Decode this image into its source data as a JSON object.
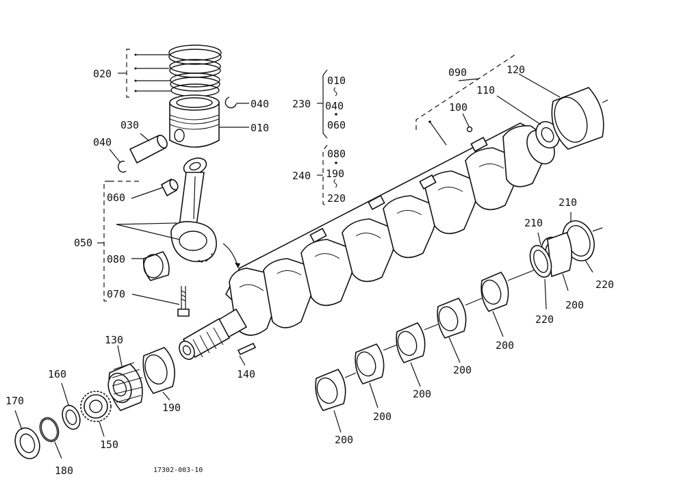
{
  "labels": {
    "l020": "020",
    "l040a": "040",
    "l010": "010",
    "l030": "030",
    "l040b": "040",
    "l060": "060",
    "l050": "050",
    "l080": "080",
    "l070": "070",
    "l230": "230",
    "l010g": "010",
    "l040g": "040",
    "l060g": "060",
    "l240": "240",
    "l080g": "080",
    "l190g": "190",
    "l220g": "220",
    "l090": "090",
    "l120": "120",
    "l110": "110",
    "l100": "100",
    "l210a": "210",
    "l210b": "210",
    "l220a": "220",
    "l200a": "200",
    "l220b": "220",
    "l200b": "200",
    "l200c": "200",
    "l200d": "200",
    "l200e": "200",
    "l200f": "200",
    "l130": "130",
    "l140": "140",
    "l160": "160",
    "l190": "190",
    "l170": "170",
    "l150": "150",
    "l180": "180"
  },
  "footer": {
    "drawing_code": "17302-003-10"
  }
}
